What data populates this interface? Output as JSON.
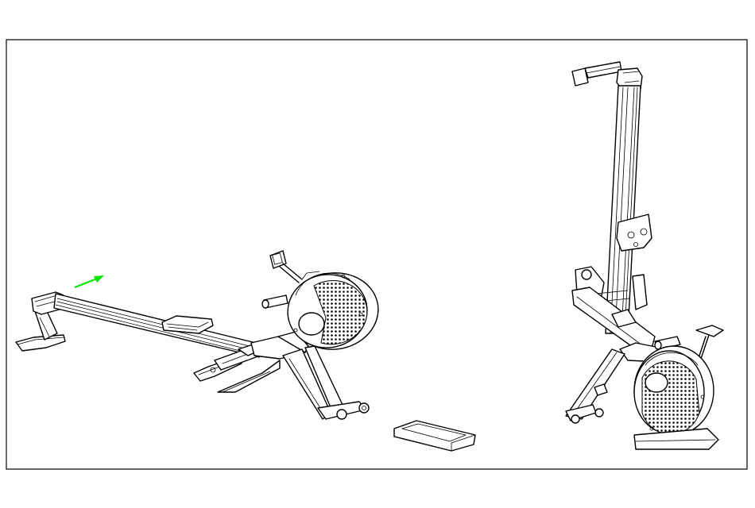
{
  "drawing": {
    "title": "",
    "figures": [
      {
        "id": "rower-horizontal",
        "label": ""
      },
      {
        "id": "storage-base",
        "label": ""
      },
      {
        "id": "rower-upright",
        "label": ""
      }
    ],
    "arrow_color": "#00e600",
    "line_color": "#000000",
    "background": "#ffffff"
  }
}
